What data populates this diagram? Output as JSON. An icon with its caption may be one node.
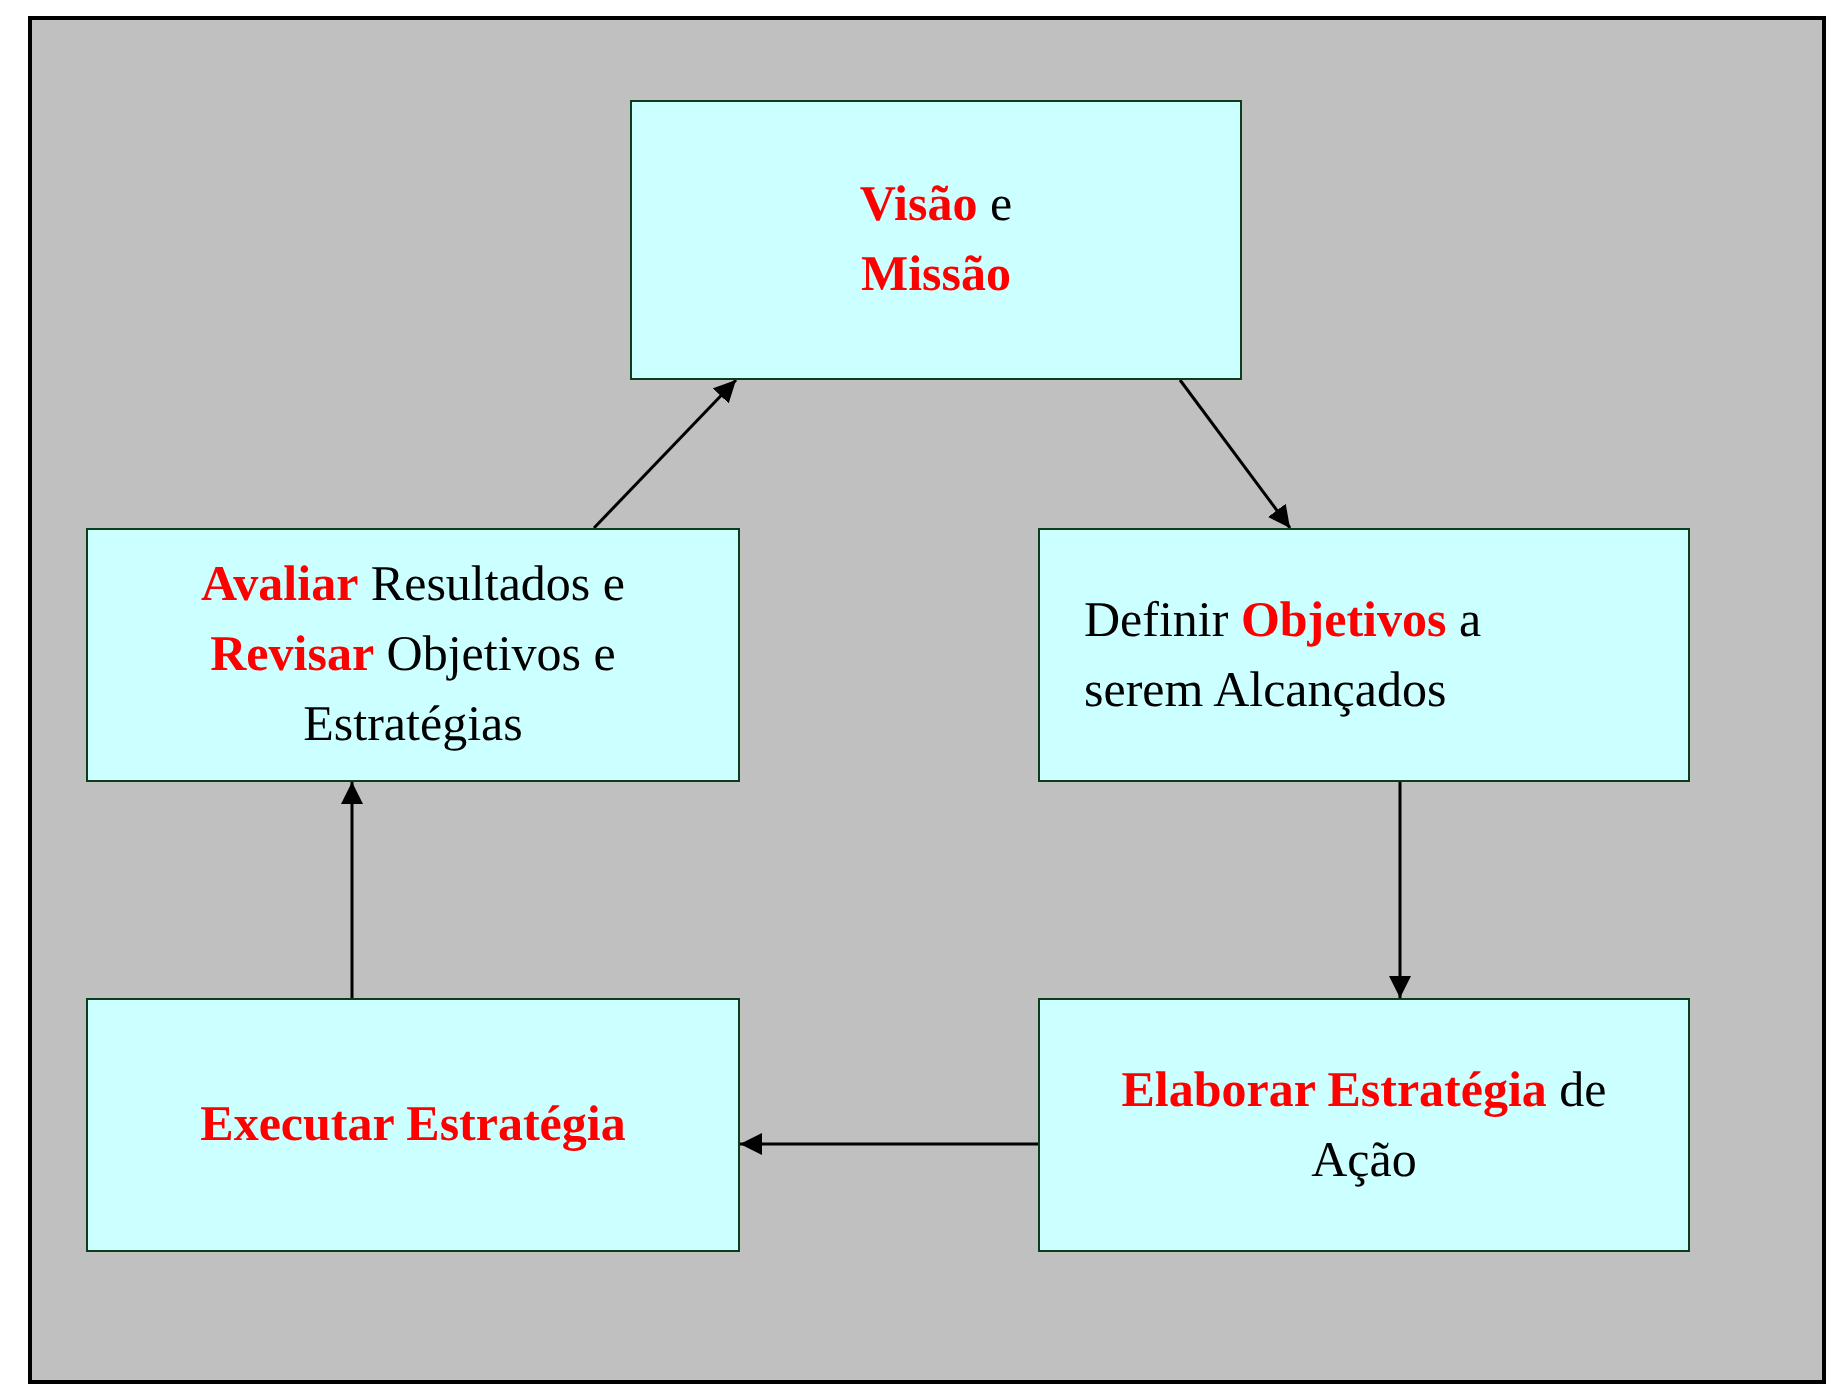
{
  "diagram": {
    "nodes": [
      {
        "text": [
          "**Visão** e **Missão**"
        ]
      },
      {
        "text": [
          "**Avaliar** Resultados e **Revisar** Objetivos e Estratégias"
        ]
      },
      {
        "text": [
          "Definir **Objetivos** a serem Alcançados"
        ]
      },
      {
        "text": [
          "**Elaborar Estratégia** de Ação"
        ]
      },
      {
        "text": [
          "**Executar Estratégia**"
        ]
      }
    ],
    "edges": [
      {
        "from": 1,
        "to": 0,
        "arrow": "to"
      },
      {
        "from": 0,
        "to": 2,
        "arrow": "to"
      },
      {
        "from": 2,
        "to": 3,
        "arrow": "to"
      },
      {
        "from": 3,
        "to": 4,
        "arrow": "to"
      },
      {
        "from": 4,
        "to": 1,
        "arrow": "to"
      }
    ]
  }
}
